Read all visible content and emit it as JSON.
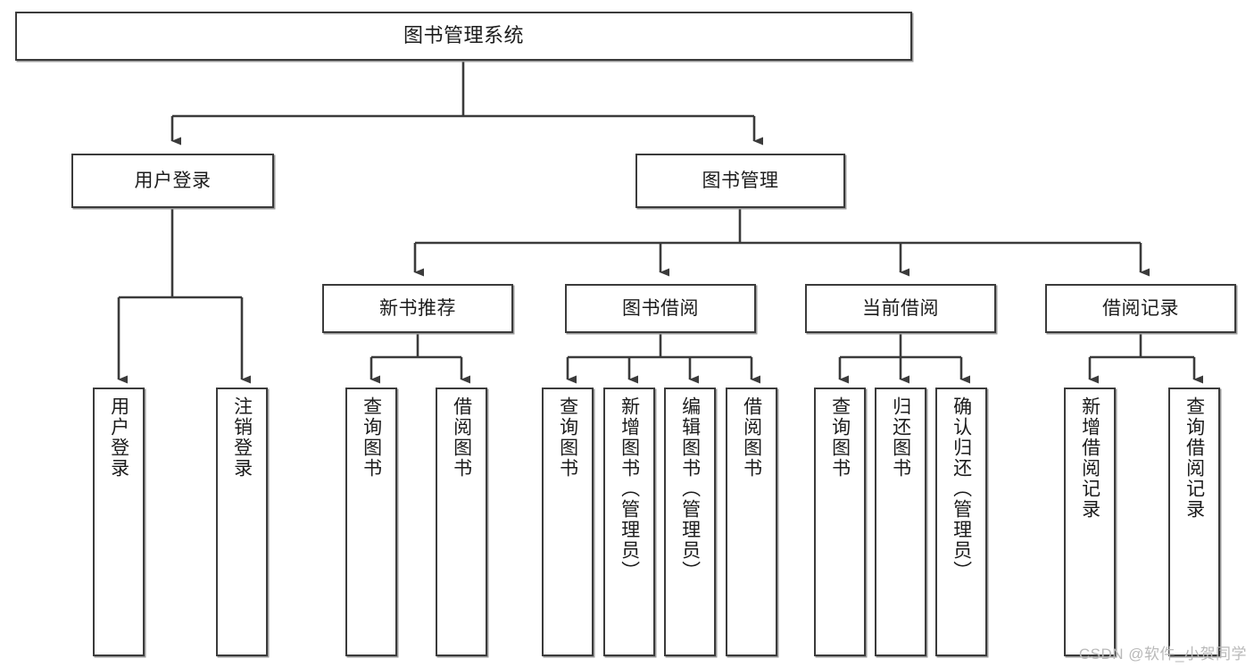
{
  "diagram": {
    "title": "图书管理系统",
    "watermark": "CSDN @软件_小贺同学",
    "colors": {
      "border": "#3b3b3b",
      "background": "#ffffff",
      "text": "#1c1c1c",
      "shadow": "#9b9b9b",
      "watermark": "#b9b9b9"
    },
    "root": {
      "label": "图书管理系统"
    },
    "level2": [
      {
        "label": "用户登录"
      },
      {
        "label": "图书管理"
      }
    ],
    "level3": [
      {
        "label": "新书推荐"
      },
      {
        "label": "图书借阅"
      },
      {
        "label": "当前借阅"
      },
      {
        "label": "借阅记录"
      }
    ],
    "leaves": {
      "user_login": [
        {
          "label": "用户登录"
        },
        {
          "label": "注销登录"
        }
      ],
      "new_book": [
        {
          "label": "查询图书"
        },
        {
          "label": "借阅图书"
        }
      ],
      "book_borrow": [
        {
          "label": "查询图书"
        },
        {
          "label": "新增图书（管理员）"
        },
        {
          "label": "编辑图书（管理员）"
        },
        {
          "label": "借阅图书"
        }
      ],
      "current_borrow": [
        {
          "label": "查询图书"
        },
        {
          "label": "归还图书"
        },
        {
          "label": "确认归还（管理员）"
        }
      ],
      "borrow_record": [
        {
          "label": "新增借阅记录"
        },
        {
          "label": "查询借阅记录"
        }
      ]
    }
  }
}
